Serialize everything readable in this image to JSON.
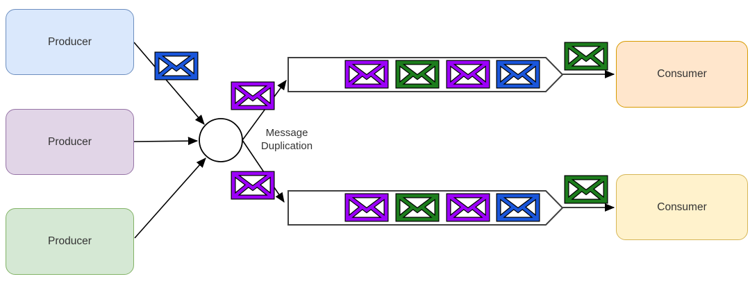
{
  "diagram": {
    "producers": [
      {
        "label": "Producer"
      },
      {
        "label": "Producer"
      },
      {
        "label": "Producer"
      }
    ],
    "consumers": [
      {
        "label": "Consumer"
      },
      {
        "label": "Consumer"
      }
    ],
    "duplication_node": {
      "label": "Message Duplication"
    },
    "queues": [
      {
        "messages": [
          "purple",
          "green",
          "purple",
          "blue"
        ]
      },
      {
        "messages": [
          "purple",
          "green",
          "purple",
          "blue"
        ]
      }
    ],
    "floating_messages": {
      "producer_1_to_duplicator": "blue",
      "duplicator_to_queue_1": "purple",
      "duplicator_to_queue_2": "purple",
      "queue_1_to_consumer_1": "green",
      "queue_2_to_consumer_2": "green"
    },
    "colors": {
      "envelope_blue": "#1a56db",
      "envelope_purple": "#9c00fa",
      "envelope_green": "#1d7d1d",
      "producer_1_fill": "#dae8fc",
      "producer_1_border": "#6c8ebf",
      "producer_2_fill": "#e1d5e7",
      "producer_2_border": "#9673a6",
      "producer_3_fill": "#d5e8d4",
      "producer_3_border": "#82b366",
      "consumer_1_fill": "#ffe6cc",
      "consumer_1_border": "#d79b00",
      "consumer_2_fill": "#fff2cc",
      "consumer_2_border": "#d6b656",
      "connector": "#000000",
      "queue_outline": "#3f3f3f"
    }
  }
}
